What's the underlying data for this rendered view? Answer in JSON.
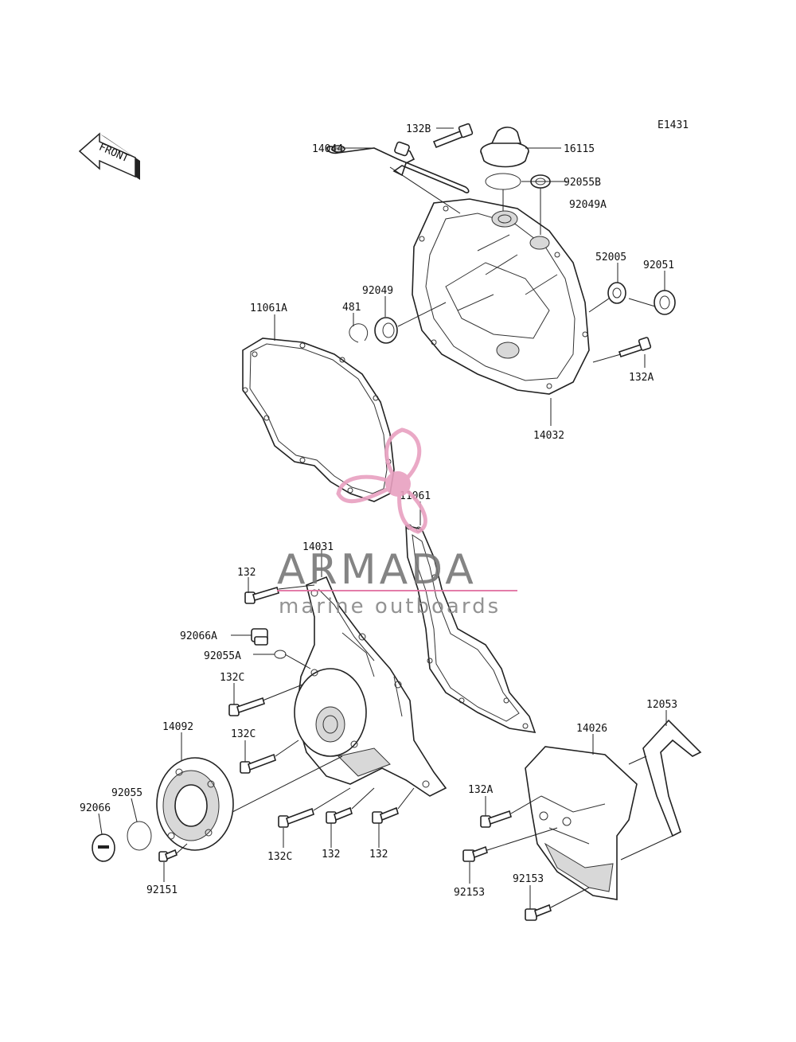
{
  "diagram": {
    "code": "E1431",
    "front_label": "FRONT",
    "labels": [
      {
        "id": "132B",
        "text": "132B"
      },
      {
        "id": "16115",
        "text": "16115"
      },
      {
        "id": "14044",
        "text": "14044"
      },
      {
        "id": "92055B",
        "text": "92055B"
      },
      {
        "id": "92049A",
        "text": "92049A"
      },
      {
        "id": "52005",
        "text": "52005"
      },
      {
        "id": "92051",
        "text": "92051"
      },
      {
        "id": "92049",
        "text": "92049"
      },
      {
        "id": "481",
        "text": "481"
      },
      {
        "id": "11061A",
        "text": "11061A"
      },
      {
        "id": "132A_top",
        "text": "132A"
      },
      {
        "id": "14032",
        "text": "14032"
      },
      {
        "id": "11061",
        "text": "11061"
      },
      {
        "id": "14031",
        "text": "14031"
      },
      {
        "id": "132_a",
        "text": "132"
      },
      {
        "id": "92066A",
        "text": "92066A"
      },
      {
        "id": "92055A",
        "text": "92055A"
      },
      {
        "id": "132C_a",
        "text": "132C"
      },
      {
        "id": "14092",
        "text": "14092"
      },
      {
        "id": "132C_b",
        "text": "132C"
      },
      {
        "id": "92055",
        "text": "92055"
      },
      {
        "id": "92066",
        "text": "92066"
      },
      {
        "id": "92151",
        "text": "92151"
      },
      {
        "id": "132C_c",
        "text": "132C"
      },
      {
        "id": "132_b",
        "text": "132"
      },
      {
        "id": "132_c",
        "text": "132"
      },
      {
        "id": "12053",
        "text": "12053"
      },
      {
        "id": "14026",
        "text": "14026"
      },
      {
        "id": "132A_bot",
        "text": "132A"
      },
      {
        "id": "92153_a",
        "text": "92153"
      },
      {
        "id": "92153_b",
        "text": "92153"
      }
    ]
  },
  "watermark": {
    "title": "ARMADA",
    "subtitle": "marine outboards",
    "logo_color": "#e8a0c0",
    "line_color": "#e070a0"
  }
}
